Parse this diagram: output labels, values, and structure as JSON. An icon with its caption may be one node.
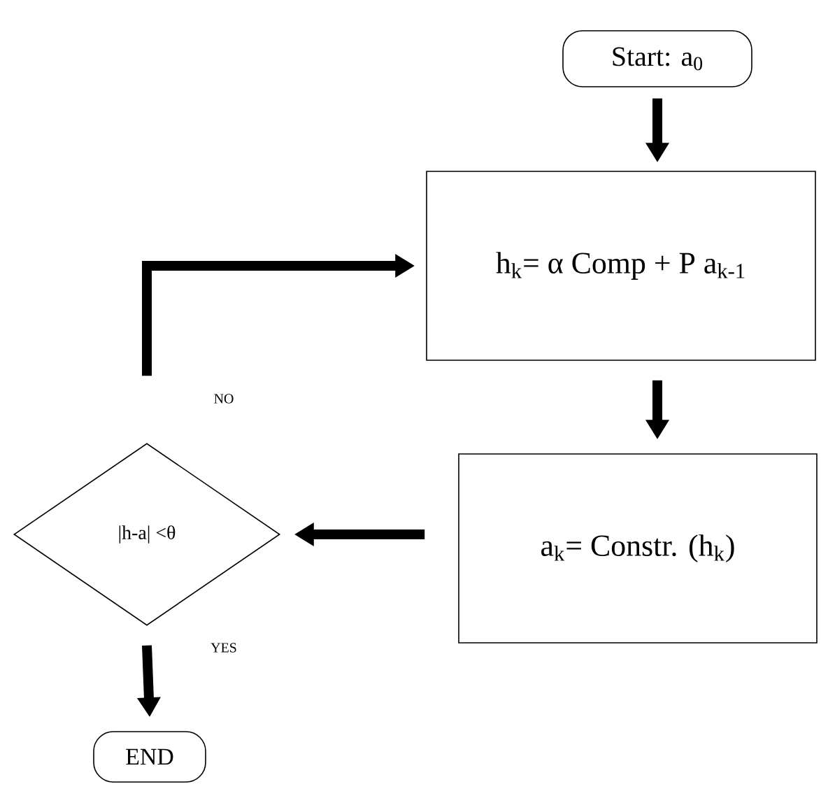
{
  "diagram": {
    "nodes": [
      {
        "text": [
          "Start: a$_{0}$"
        ]
      },
      {
        "text": [
          "h$_{k}$= α Comp + P a$_{k-1}$"
        ]
      },
      {
        "text": [
          "a$_{k}$= Constr. (h$_{k}$)"
        ]
      },
      {
        "text": [
          "|h-a| <θ"
        ]
      },
      {
        "text": [
          "END"
        ]
      }
    ],
    "edges": [
      {
        "from": 0,
        "to": 1,
        "arrow": "to"
      },
      {
        "from": 1,
        "to": 2,
        "arrow": "to"
      },
      {
        "from": 2,
        "to": 3,
        "arrow": "to"
      },
      {
        "from": 3,
        "to": 1,
        "arrow": "to",
        "label": "NO"
      },
      {
        "from": 3,
        "to": 4,
        "arrow": "to",
        "label": "YES"
      }
    ]
  }
}
